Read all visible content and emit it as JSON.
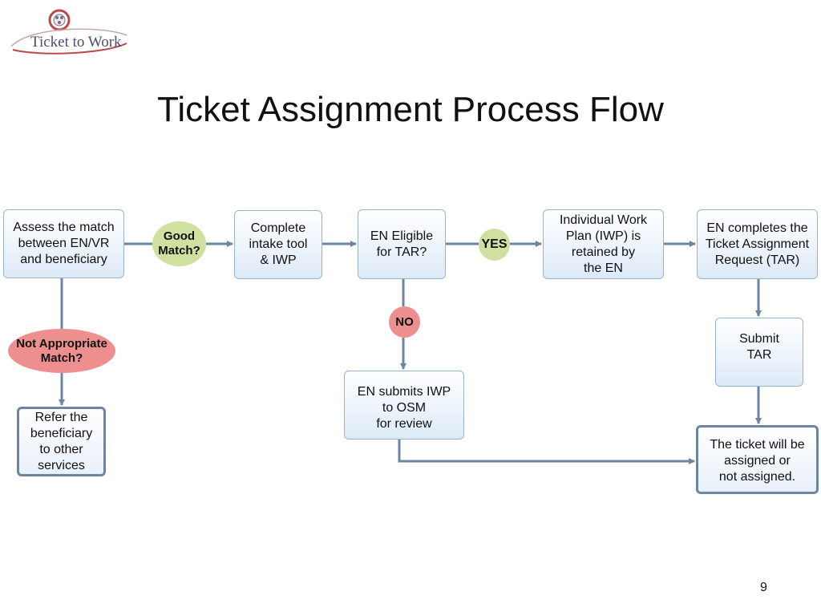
{
  "logo": {
    "text": "Ticket to Work",
    "colors": {
      "blue": "#4a4f6e",
      "red": "#b84a4a"
    }
  },
  "title": "Ticket Assignment Process Flow",
  "nodes": {
    "assess": "Assess the match\nbetween EN/VR\nand beneficiary",
    "good_match": "Good\nMatch?",
    "complete_intake": "Complete\nintake tool\n& IWP",
    "en_eligible": "EN Eligible\nfor TAR?",
    "yes": "YES",
    "iwp_retained": "Individual Work\nPlan (IWP) is\nretained by\nthe EN",
    "en_completes_tar": "EN completes the\nTicket Assignment\nRequest (TAR)",
    "no": "NO",
    "submit_tar": "Submit\nTAR",
    "not_appropriate": "Not Appropriate\nMatch?",
    "en_submits_iwp": "EN submits IWP\nto OSM\nfor review",
    "refer": "Refer the\nbeneficiary\nto other\nservices",
    "ticket_assigned": "The ticket will be\nassigned or\nnot assigned."
  },
  "colors": {
    "arrow": "#6b85a3",
    "box_border": "#9ab3cc",
    "oval_green": "#cfe0a0",
    "oval_red": "#ee8f8f"
  },
  "page_number": "9"
}
